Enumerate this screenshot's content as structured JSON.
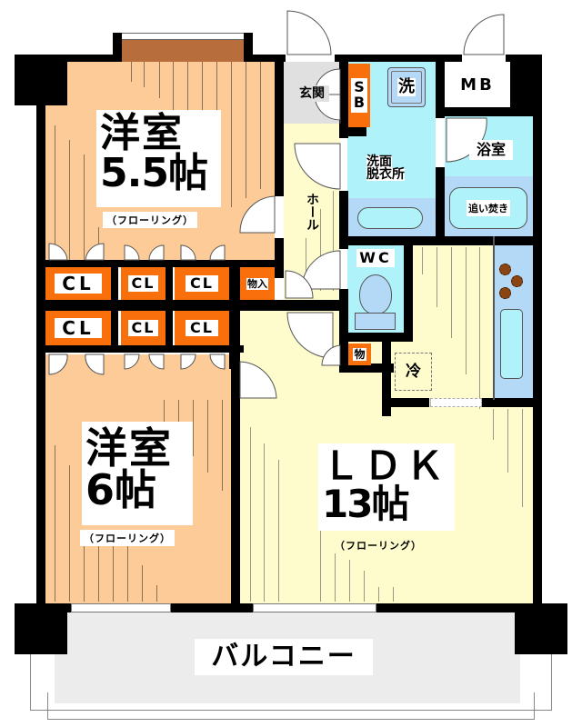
{
  "floor_plan": {
    "layout_type": "3LDK-style apartment (2 Western rooms + LDK)",
    "rooms": {
      "western_room_1": {
        "name": "洋室",
        "size": "5.5帖",
        "flooring": "（フローリング）"
      },
      "western_room_2": {
        "name": "洋室",
        "size": "6帖",
        "flooring": "（フローリング）"
      },
      "ldk": {
        "name": "ＬＤＫ",
        "size": "13帖",
        "flooring": "（フローリング）"
      },
      "entrance": {
        "name": "玄関"
      },
      "shoe_box": {
        "name_line1": "S",
        "name_line2": "B"
      },
      "hall": {
        "name": "ホール"
      },
      "washroom": {
        "name_line1": "洗面",
        "name_line2": "脱衣所"
      },
      "washing_machine": {
        "name": "洗"
      },
      "meter_box": {
        "name": "MB"
      },
      "bathroom": {
        "name": "浴室",
        "feature": "追い焚き"
      },
      "toilet": {
        "name": "WC"
      },
      "storage_hall": {
        "name": "物入"
      },
      "storage_small": {
        "name": "物"
      },
      "fridge": {
        "name": "冷"
      },
      "balcony": {
        "name": "バルコニー"
      }
    },
    "closets": [
      {
        "label": "CL"
      },
      {
        "label": "CL"
      },
      {
        "label": "CL"
      },
      {
        "label": "CL"
      },
      {
        "label": "CL"
      },
      {
        "label": "CL"
      }
    ],
    "colors": {
      "western_room": "#fdcb97",
      "ldk": "#fefccd",
      "wet_area": "#b0f2f9",
      "wet_fixture": "#b3d9f7",
      "closet": "#f86f0c",
      "entrance": "#e0e0e0",
      "balcony": "#ececec",
      "wall": "#000000",
      "stove_burner": "#8b4513"
    }
  }
}
